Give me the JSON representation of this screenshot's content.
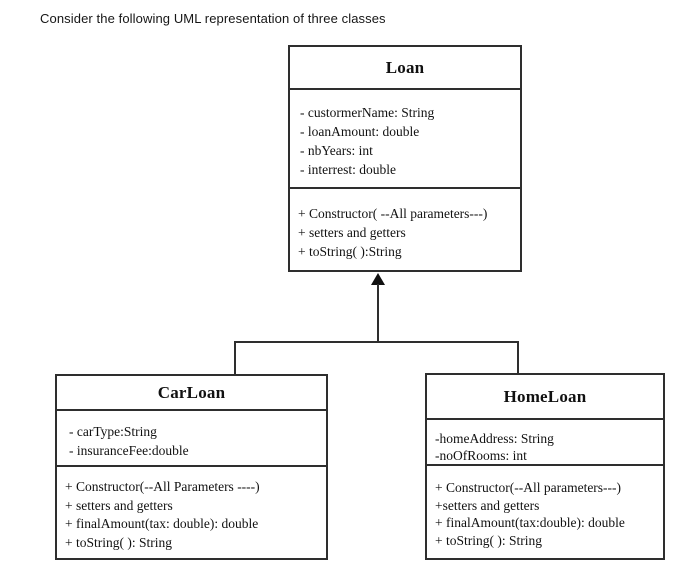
{
  "caption": "Consider the following UML representation of three classes",
  "diagram": {
    "type": "uml-class-diagram",
    "relationship": {
      "type": "inheritance",
      "parent": "Loan",
      "children": [
        "CarLoan",
        "HomeLoan"
      ],
      "arrow_style": "filled-triangle-up"
    },
    "colors": {
      "background": "#ffffff",
      "border": "#2e2e2e",
      "text": "#111111"
    }
  },
  "classes": [
    {
      "name": "Loan",
      "attributes": [
        "- custormerName: String",
        "- loanAmount: double",
        "- nbYears: int",
        "- interrest: double"
      ],
      "methods": [
        "+ Constructor( --All parameters---)",
        "+ setters and getters",
        "+ toString( ):String"
      ]
    },
    {
      "name": "CarLoan",
      "attributes": [
        "- carType:String",
        "- insuranceFee:double"
      ],
      "methods": [
        "+ Constructor(--All Parameters ----)",
        "+ setters and getters",
        "+ finalAmount(tax: double): double",
        "+ toString( ): String"
      ]
    },
    {
      "name": "HomeLoan",
      "attributes": [
        "-homeAddress: String",
        "-noOfRooms: int"
      ],
      "methods": [
        "+ Constructor(--All parameters---)",
        "+setters and getters",
        "+ finalAmount(tax:double): double",
        "+ toString( ): String"
      ]
    }
  ]
}
